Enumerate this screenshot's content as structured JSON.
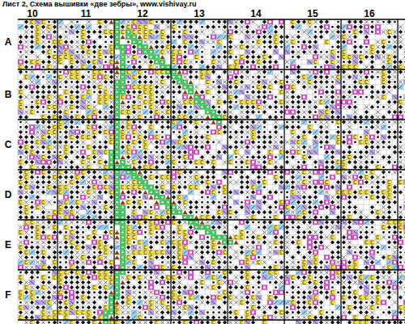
{
  "diagram": {
    "title": "Лист 2, Схема вышивки «две зебры», www.vishivay.ru",
    "labels": [
      "10",
      "11",
      "12",
      "13",
      "14",
      "15",
      "16",
      "A",
      "B",
      "C",
      "D",
      "E",
      "F"
    ]
  }
}
